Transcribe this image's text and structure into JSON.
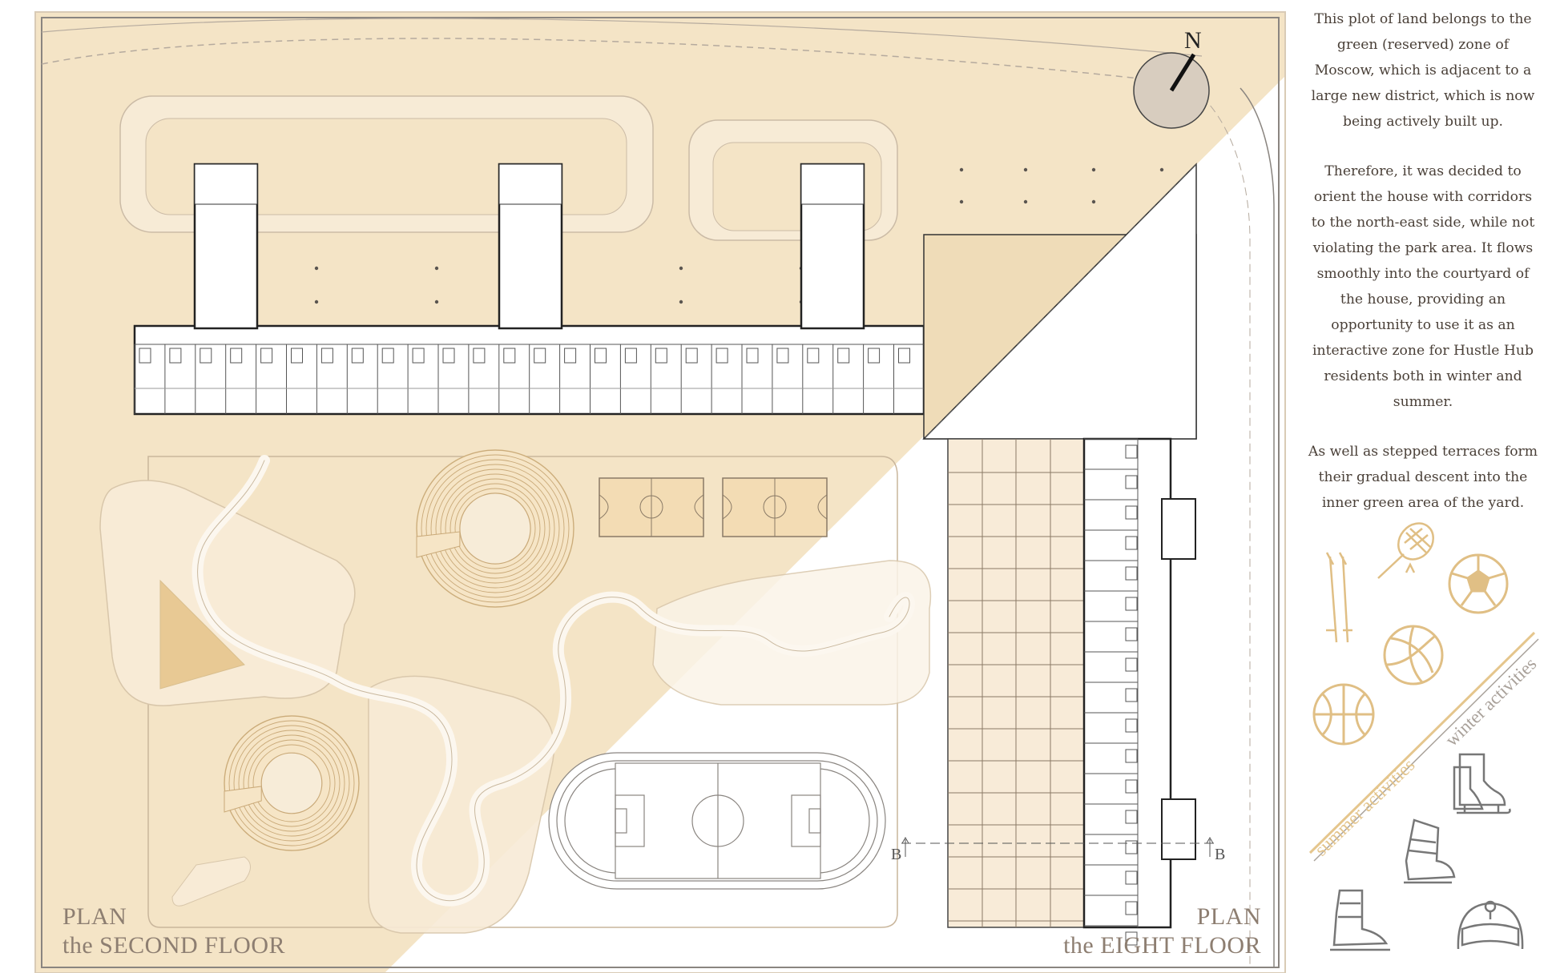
{
  "description_paragraphs": [
    "This plot of land belongs to the green (reserved) zone of Moscow, which is adjacent to a large new district, which is now being actively built up.",
    "Therefore, it was decided to orient the house with corridors to the north-east side, while not violating the park area. It flows smoothly into the courtyard of the house, providing an opportunity to use it as an interactive zone for Hustle Hub residents both in winter and summer.",
    "As well as stepped terraces form their gradual descent into the inner green area of the yard."
  ],
  "plan_left": {
    "line1": "PLAN",
    "line2": "the SECOND FLOOR"
  },
  "plan_right": {
    "line1": "PLAN",
    "line2": "the EIGHT FLOOR"
  },
  "north_label": "N",
  "section_mark": "B",
  "activities": {
    "summer_label": "summer activities",
    "winter_label": "winter activities",
    "summer_icons": [
      "ski-poles-icon",
      "tennis-racket-icon",
      "soccer-ball-icon",
      "volleyball-icon",
      "basketball-icon"
    ],
    "winter_icons": [
      "ice-skate-icon",
      "ski-boot-icon",
      "snowboard-boot-icon",
      "helmet-icon"
    ]
  },
  "colors": {
    "tan_background": "#f4e4c6",
    "accent_gold": "#e7c98e",
    "pale_cream": "#faf2e4",
    "line_gray": "#8a8580",
    "text_brown": "#4a4038"
  }
}
